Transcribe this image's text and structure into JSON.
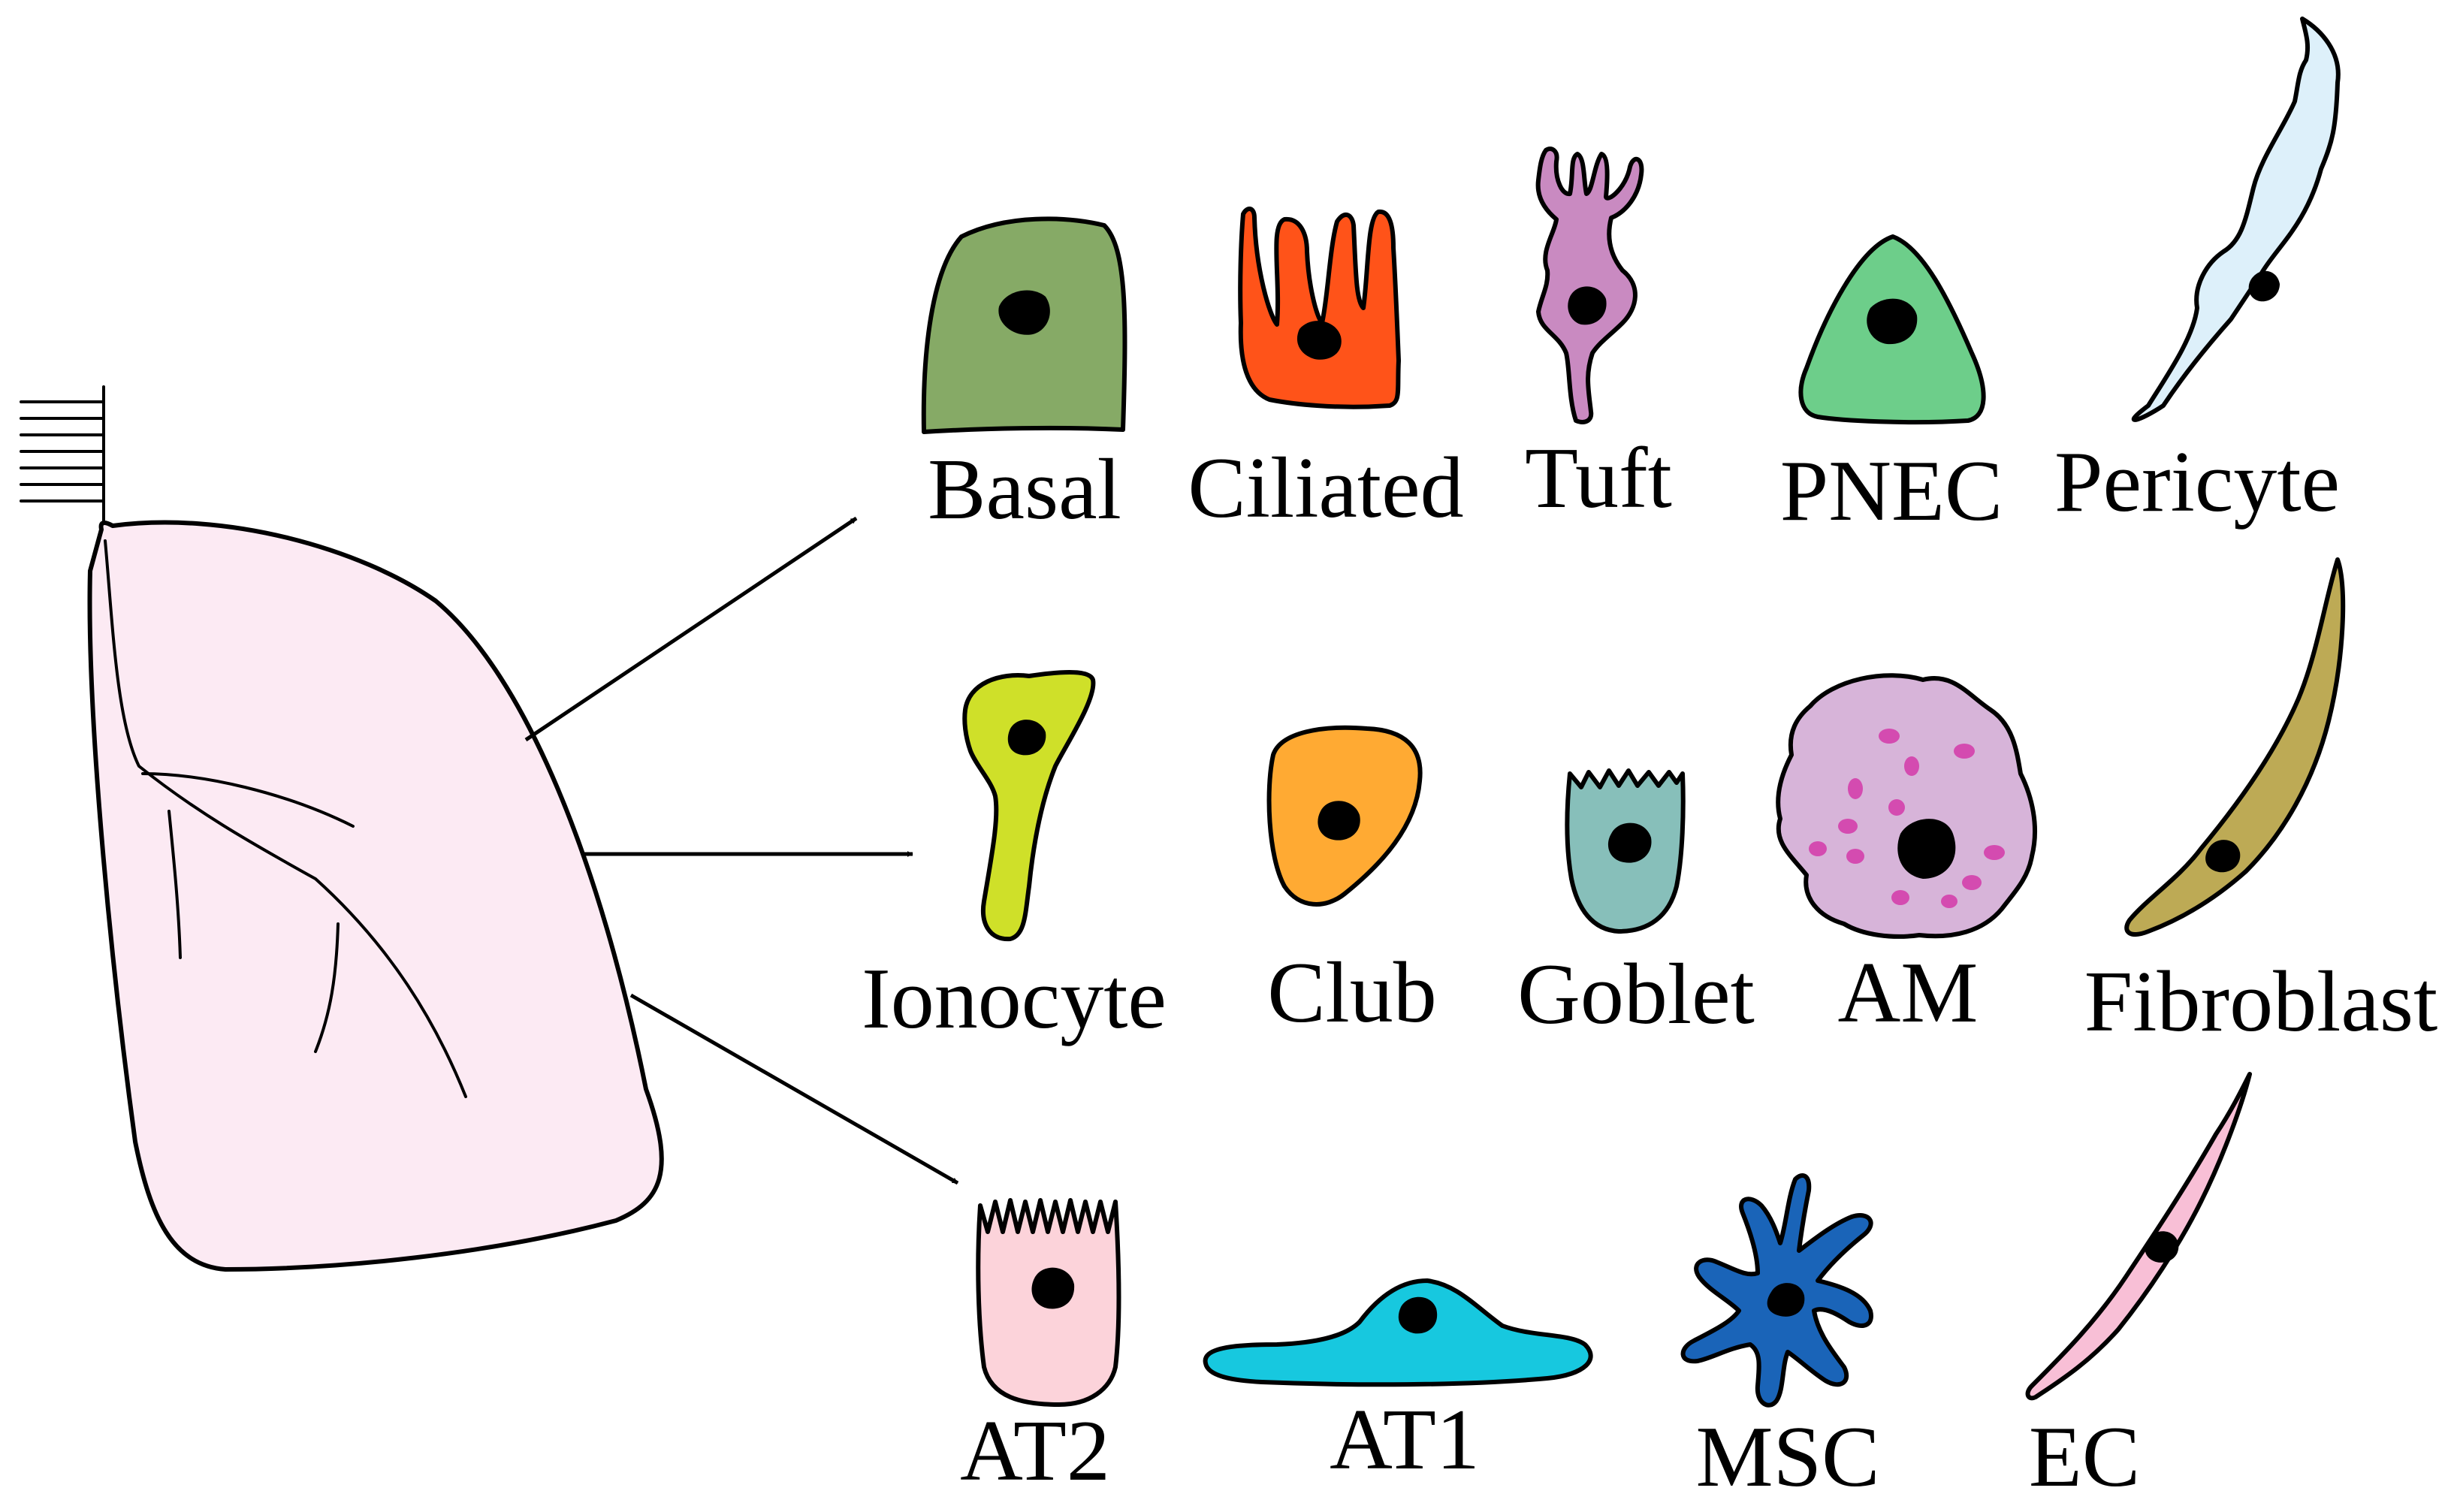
{
  "diagram": {
    "organ": "lung",
    "cell_types": [
      {
        "id": "basal",
        "label": "Basal",
        "color": "#86AA66"
      },
      {
        "id": "ciliated",
        "label": "Ciliated",
        "color": "#FF5319"
      },
      {
        "id": "tuft",
        "label": "Tuft",
        "color": "#C98AC1"
      },
      {
        "id": "pnec",
        "label": "PNEC",
        "color": "#6DCE8A"
      },
      {
        "id": "pericyte",
        "label": "Pericyte",
        "color": "#DDF0FA"
      },
      {
        "id": "ionocyte",
        "label": "Ionocyte",
        "color": "#CFE029"
      },
      {
        "id": "club",
        "label": "Club",
        "color": "#FFAA33"
      },
      {
        "id": "goblet",
        "label": "Goblet",
        "color": "#87BFBA"
      },
      {
        "id": "am",
        "label": "AM",
        "color": "#D7B4D9"
      },
      {
        "id": "fibroblast",
        "label": "Fibroblast",
        "color": "#BDAA55"
      },
      {
        "id": "at2",
        "label": "AT2",
        "color": "#FCD3DA"
      },
      {
        "id": "at1",
        "label": "AT1",
        "color": "#17C8DF"
      },
      {
        "id": "msc",
        "label": "MSC",
        "color": "#1A64B8"
      },
      {
        "id": "ec",
        "label": "EC",
        "color": "#F8BFD6"
      }
    ],
    "colors": {
      "lung_fill": "#FCEAF3",
      "outline": "#000000",
      "nucleus": "#000000",
      "am_granules": "#D44BB0"
    }
  }
}
